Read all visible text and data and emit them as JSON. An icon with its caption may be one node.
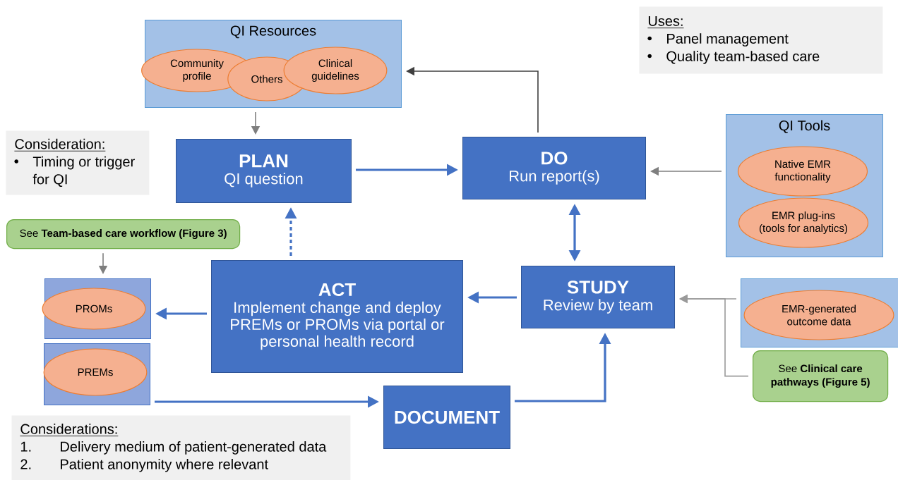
{
  "diagram": {
    "nodes": [
      {
        "text": [
          "QI Resources"
        ]
      },
      {
        "text": [
          "Community profile"
        ],
        "in": 0
      },
      {
        "text": [
          "Others"
        ],
        "in": 0
      },
      {
        "text": [
          "Clinical guidelines"
        ],
        "in": 0
      },
      {
        "text": [
          "Consideration:",
          "Timing or trigger for QI"
        ]
      },
      {
        "text": [
          "PLAN",
          "QI question"
        ]
      },
      {
        "text": [
          "DO",
          "Run report(s)"
        ]
      },
      {
        "text": [
          "Uses:",
          "Panel management",
          "Quality team-based care"
        ]
      },
      {
        "text": [
          "QI Tools"
        ]
      },
      {
        "text": [
          "Native EMR functionality"
        ],
        "in": 8
      },
      {
        "text": [
          "EMR plug-ins (tools for analytics)"
        ],
        "in": 8
      },
      {
        "text": [
          "See **Team-based care workflow (Figure 3)**"
        ]
      },
      {
        "text": [
          "ACT",
          "Implement change and deploy PREMs or PROMs via portal or personal health record"
        ]
      },
      {
        "text": [
          "STUDY",
          "Review by team"
        ]
      },
      {
        "text": [],
        "shape": "box"
      },
      {
        "text": [
          "PROMs"
        ],
        "in": 14
      },
      {
        "text": [],
        "shape": "box"
      },
      {
        "text": [
          "PREMs"
        ],
        "in": 16
      },
      {
        "text": [],
        "shape": "box"
      },
      {
        "text": [
          "EMR-generated outcome data"
        ],
        "in": 18
      },
      {
        "text": [
          "See **Clinical care pathways (Figure 5)**"
        ]
      },
      {
        "text": [
          "DOCUMENT"
        ]
      },
      {
        "text": [
          "Considerations:",
          "1.",
          "Delivery medium of patient-generated data",
          "2.",
          "Patient anonymity where relevant"
        ]
      }
    ],
    "edges": [
      {
        "from": 0,
        "to": 5,
        "arrow": "to",
        "color": "#7f7f7f"
      },
      {
        "from": 6,
        "to": 0,
        "arrow": "to",
        "color": "#404040"
      },
      {
        "from": 5,
        "to": 6,
        "arrow": "to"
      },
      {
        "from": 8,
        "to": 6,
        "arrow": "to",
        "color": "#7f7f7f"
      },
      {
        "from": 6,
        "to": 13,
        "arrow": "both"
      },
      {
        "from": 12,
        "to": 5,
        "arrow": "to",
        "style": "dashed"
      },
      {
        "from": 13,
        "to": 12,
        "arrow": "to"
      },
      {
        "from": 12,
        "to": 14,
        "arrow": "to"
      },
      {
        "from": 11,
        "to": 14,
        "arrow": "to",
        "color": "#7f7f7f"
      },
      {
        "from": 18,
        "to": 13,
        "arrow": "to",
        "color": "#9a9a9a"
      },
      {
        "from": 20,
        "to": 13,
        "arrow": "to",
        "color": "#9a9a9a"
      },
      {
        "from": 16,
        "to": 21,
        "arrow": "to"
      },
      {
        "from": 21,
        "to": 13,
        "arrow": "to"
      }
    ]
  }
}
